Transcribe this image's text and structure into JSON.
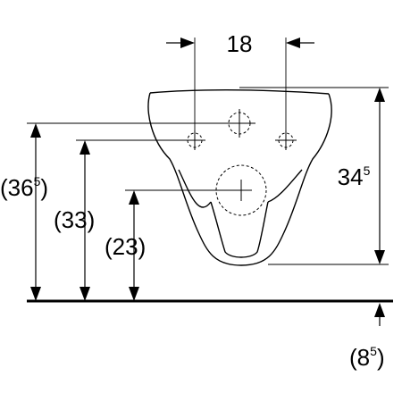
{
  "dimensions": {
    "spacing_top": {
      "main": "18",
      "sup": ""
    },
    "height_right": {
      "main": "34",
      "sup": "5"
    },
    "height_left_outer": {
      "open": "(",
      "main": "36",
      "sup": "5",
      "close": ")"
    },
    "height_left_mid": {
      "open": "(",
      "main": "33",
      "sup": "",
      "close": ")"
    },
    "height_left_inner": {
      "open": "(",
      "main": "23",
      "sup": "",
      "close": ")"
    },
    "offset_bottom": {
      "open": "(",
      "main": "8",
      "sup": "5",
      "close": ")"
    }
  },
  "colors": {
    "line": "#000000",
    "background": "#ffffff"
  }
}
